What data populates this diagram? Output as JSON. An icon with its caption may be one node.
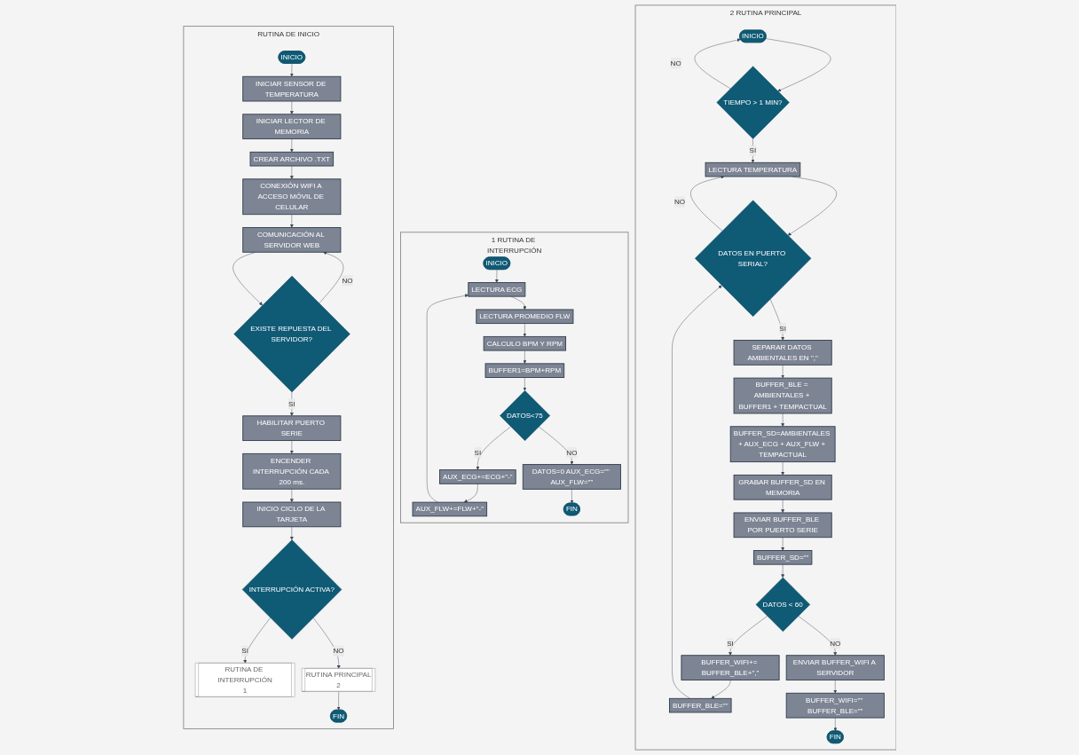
{
  "diagram": {
    "nodes": [
      {
        "text": [
          "RUTINA DE INICIO"
        ]
      },
      {
        "text": [
          "INICIO"
        ],
        "in": 0
      },
      {
        "text": [
          "INICIAR SENSOR DE TEMPERATURA"
        ],
        "in": 0
      },
      {
        "text": [
          "INICIAR LECTOR DE MEMORIA"
        ],
        "in": 0
      },
      {
        "text": [
          "CREAR ARCHIVO .TXT"
        ],
        "in": 0
      },
      {
        "text": [
          "CONEXIÓN WIFI A ACCESO MÓVIL DE CELULAR"
        ],
        "in": 0
      },
      {
        "text": [
          "COMUNICACIÓN AL SERVIDOR WEB"
        ],
        "in": 0
      },
      {
        "text": [
          "EXISTE REPUESTA DEL SERVIDOR?"
        ],
        "in": 0
      },
      {
        "text": [
          "HABILITAR PUERTO SERIE"
        ],
        "in": 0
      },
      {
        "text": [
          "ENCENDER INTERRUPCIÓN CADA 200 ms."
        ],
        "in": 0
      },
      {
        "text": [
          "INICIO CICLO DE LA TARJETA"
        ],
        "in": 0
      },
      {
        "text": [
          "INTERRUPCIÓN ACTIVA?"
        ],
        "in": 0
      },
      {
        "text": [
          "RUTINA DE INTERRUPCIÓN"
        ],
        "in": 0,
        "beside": [
          "1"
        ]
      },
      {
        "text": [
          "RUTINA PRINCIPAL"
        ],
        "in": 0,
        "beside": [
          "2"
        ]
      },
      {
        "text": [
          "FIN"
        ],
        "in": 0
      },
      {
        "text": [
          "RUTINA DE INTERRUPCIÓN"
        ],
        "beside": [
          "1"
        ]
      },
      {
        "text": [
          "INICIO"
        ],
        "in": 15
      },
      {
        "text": [
          "LECTURA ECG"
        ],
        "in": 15
      },
      {
        "text": [
          "LECTURA PROMEDIO FLW"
        ],
        "in": 15
      },
      {
        "text": [
          "CALCULO BPM Y RPM"
        ],
        "in": 15
      },
      {
        "text": [
          "BUFFER1=BPM+RPM"
        ],
        "in": 15
      },
      {
        "text": [
          "DATOS<75"
        ],
        "in": 15
      },
      {
        "text": [
          "AUX_ECG+=ECG+\"-\""
        ],
        "in": 15
      },
      {
        "text": [
          "AUX_FLW+=FLW+\"-\""
        ],
        "in": 15
      },
      {
        "text": [
          "DATOS=0 AUX_ECG=\"\" AUX_FLW=\"\""
        ],
        "in": 15
      },
      {
        "text": [
          "FIN"
        ],
        "in": 15
      },
      {
        "text": [
          "RUTINA PRINCIPAL"
        ],
        "beside": [
          "2"
        ]
      },
      {
        "text": [
          "INICIO"
        ],
        "in": 26
      },
      {
        "text": [
          "TIEMPO > 1 MIN?"
        ],
        "in": 26
      },
      {
        "text": [
          "LECTURA TEMPERATURA"
        ],
        "in": 26
      },
      {
        "text": [
          "DATOS EN PUERTO SERIAL?"
        ],
        "in": 26
      },
      {
        "text": [
          "SEPARAR DATOS AMBIENTALES EN \",\""
        ],
        "in": 26
      },
      {
        "text": [
          "BUFFER_BLE = AMBIENTALES + BUFFER1 + TEMPACTUAL"
        ],
        "in": 26
      },
      {
        "text": [
          "BUFFER_SD=AMBIENTALES + AUX_ECG + AUX_FLW + TEMPACTUAL"
        ],
        "in": 26
      },
      {
        "text": [
          "GRABAR BUFFER_SD EN MEMORIA"
        ],
        "in": 26
      },
      {
        "text": [
          "ENVIAR BUFFER_BLE POR PUERTO SERIE"
        ],
        "in": 26
      },
      {
        "text": [
          "BUFFER_SD=\"\""
        ],
        "in": 26
      },
      {
        "text": [
          "DATOS < 60"
        ],
        "in": 26
      },
      {
        "text": [
          "BUFFER_WIFI+= BUFFER_BLE+\",\""
        ],
        "in": 26
      },
      {
        "text": [
          "BUFFER_BLE=\"\""
        ],
        "in": 26
      },
      {
        "text": [
          "ENVIAR BUFFER_WIFI A SERVIDOR"
        ],
        "in": 26
      },
      {
        "text": [
          "BUFFER_WIFI=\"\" BUFFER_BLE=\"\""
        ],
        "in": 26
      },
      {
        "text": [
          "FIN"
        ],
        "in": 26
      }
    ],
    "edges": [
      {
        "from": 1,
        "to": 2,
        "arrow": "to"
      },
      {
        "from": 2,
        "to": 3,
        "arrow": "to"
      },
      {
        "from": 3,
        "to": 4,
        "arrow": "to"
      },
      {
        "from": 4,
        "to": 5,
        "arrow": "to"
      },
      {
        "from": 5,
        "to": 6,
        "arrow": "to"
      },
      {
        "from": 6,
        "to": 7,
        "arrow": "to"
      },
      {
        "from": 7,
        "to": 6,
        "arrow": "to",
        "label": "NO"
      },
      {
        "from": 7,
        "to": 8,
        "arrow": "to",
        "label": "SI"
      },
      {
        "from": 8,
        "to": 9,
        "arrow": "to"
      },
      {
        "from": 9,
        "to": 10,
        "arrow": "to"
      },
      {
        "from": 10,
        "to": 11,
        "arrow": "to"
      },
      {
        "from": 11,
        "to": 12,
        "arrow": "to",
        "label": "SI"
      },
      {
        "from": 11,
        "to": 13,
        "arrow": "to",
        "label": "NO"
      },
      {
        "from": 13,
        "to": 14,
        "arrow": "to"
      },
      {
        "from": 16,
        "to": 17,
        "arrow": "to"
      },
      {
        "from": 17,
        "to": 18,
        "arrow": "to"
      },
      {
        "from": 18,
        "to": 19,
        "arrow": "to"
      },
      {
        "from": 19,
        "to": 20,
        "arrow": "to"
      },
      {
        "from": 20,
        "to": 21,
        "arrow": "to"
      },
      {
        "from": 21,
        "to": 22,
        "arrow": "to",
        "label": "SI"
      },
      {
        "from": 22,
        "to": 23,
        "arrow": "to"
      },
      {
        "from": 23,
        "to": 17,
        "arrow": "to"
      },
      {
        "from": 21,
        "to": 24,
        "arrow": "to",
        "label": "NO"
      },
      {
        "from": 24,
        "to": 25,
        "arrow": "to"
      },
      {
        "from": 27,
        "to": 28,
        "arrow": "to"
      },
      {
        "from": 28,
        "to": 27,
        "arrow": "to",
        "label": "NO"
      },
      {
        "from": 28,
        "to": 29,
        "arrow": "to",
        "label": "SI"
      },
      {
        "from": 29,
        "to": 30,
        "arrow": "to"
      },
      {
        "from": 30,
        "to": 29,
        "arrow": "to",
        "label": "NO"
      },
      {
        "from": 30,
        "to": 31,
        "arrow": "to",
        "label": "SI"
      },
      {
        "from": 31,
        "to": 32,
        "arrow": "to"
      },
      {
        "from": 32,
        "to": 33,
        "arrow": "to"
      },
      {
        "from": 33,
        "to": 34,
        "arrow": "to"
      },
      {
        "from": 34,
        "to": 35,
        "arrow": "to"
      },
      {
        "from": 35,
        "to": 36,
        "arrow": "to"
      },
      {
        "from": 36,
        "to": 37,
        "arrow": "to"
      },
      {
        "from": 37,
        "to": 38,
        "arrow": "to",
        "label": "SI"
      },
      {
        "from": 38,
        "to": 39,
        "arrow": "to"
      },
      {
        "from": 39,
        "to": 30,
        "arrow": "to"
      },
      {
        "from": 37,
        "to": 40,
        "arrow": "to",
        "label": "NO"
      },
      {
        "from": 40,
        "to": 41,
        "arrow": "to"
      },
      {
        "from": 41,
        "to": 42,
        "arrow": "to"
      }
    ]
  }
}
